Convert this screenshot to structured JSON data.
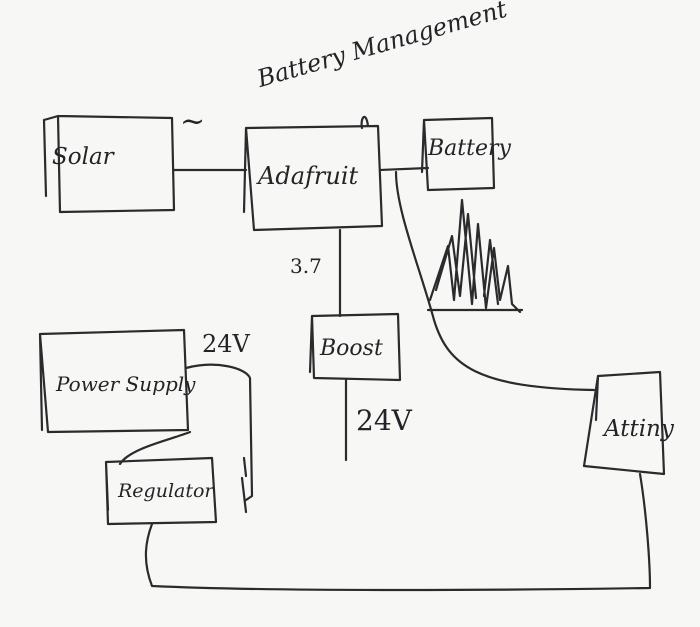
{
  "diagram": {
    "nodes": {
      "solar": "Solar",
      "adafruit": "Adafruit",
      "battery": "Battery",
      "boost": "Boost",
      "power_supply": "Power Supply",
      "regulator": "Regulator",
      "attiny": "Attiny"
    },
    "annotations": {
      "battery_management": "Battery Management",
      "ac_symbol": "~",
      "voltage_3_7": "3.7",
      "voltage_24v_power": "24V",
      "voltage_24v_boost": "24V"
    },
    "style": {
      "ink_color": "#2b2b2e",
      "paper_color": "#f7f7f5"
    }
  }
}
